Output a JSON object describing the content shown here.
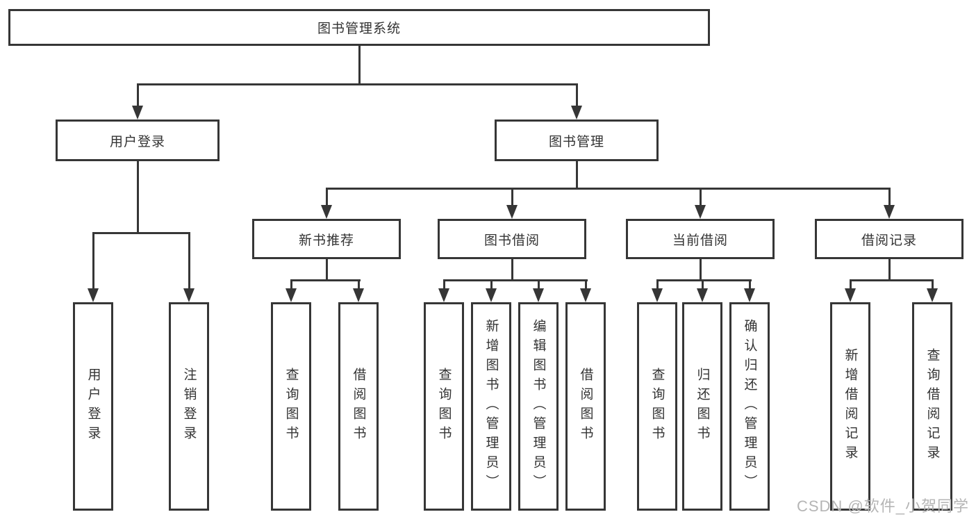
{
  "diagram": {
    "type": "hierarchy-tree",
    "root": "图书管理系统",
    "level1": {
      "login": "用户登录",
      "management": "图书管理"
    },
    "level2": {
      "recommend": "新书推荐",
      "borrow": "图书借阅",
      "current": "当前借阅",
      "records": "借阅记录"
    },
    "leaves": {
      "login": [
        "用户登录",
        "注销登录"
      ],
      "recommend": [
        "查询图书",
        "借阅图书"
      ],
      "borrow": [
        "查询图书",
        "新增图书（管理员）",
        "编辑图书（管理员）",
        "借阅图书"
      ],
      "current": [
        "查询图书",
        "归还图书",
        "确认归还（管理员）"
      ],
      "records": [
        "新增借阅记录",
        "查询借阅记录"
      ]
    }
  },
  "watermark": "CSDN @软件_小贺同学",
  "colors": {
    "line": "#363636",
    "box_border": "#363636",
    "text": "#333333",
    "watermark": "#b5b5b5",
    "background": "#ffffff"
  }
}
